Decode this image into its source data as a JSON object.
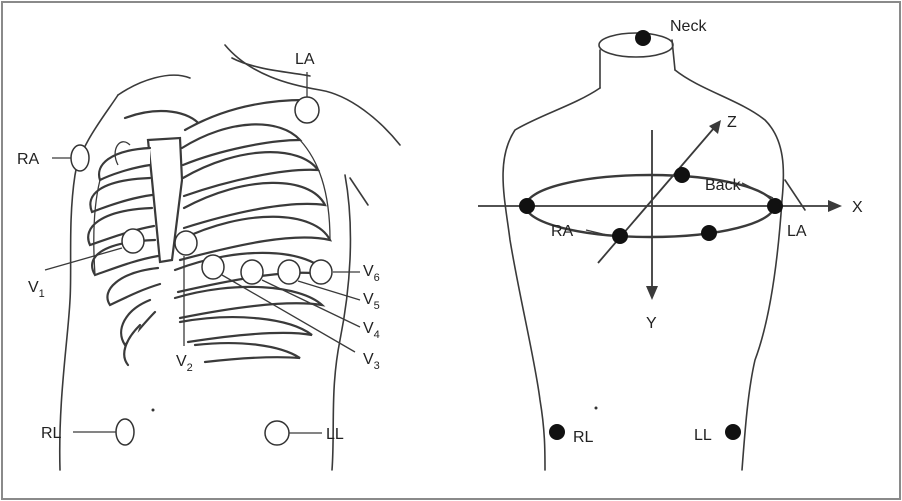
{
  "left_panel": {
    "limb_labels": {
      "la": "LA",
      "ra": "RA",
      "rl": "RL",
      "ll": "LL"
    },
    "precordial": [
      {
        "main": "V",
        "sub": "1"
      },
      {
        "main": "V",
        "sub": "2"
      },
      {
        "main": "V",
        "sub": "3"
      },
      {
        "main": "V",
        "sub": "4"
      },
      {
        "main": "V",
        "sub": "5"
      },
      {
        "main": "V",
        "sub": "6"
      }
    ]
  },
  "right_panel": {
    "labels": {
      "neck": "Neck",
      "back": "Back",
      "ra": "RA",
      "la": "LA",
      "rl": "RL",
      "ll": "LL"
    },
    "axes": {
      "x": "X",
      "y": "Y",
      "z": "Z"
    }
  },
  "colors": {
    "ink": "#222222",
    "line": "#3a3a3a",
    "dot": "#111111",
    "frame": "#888888"
  }
}
